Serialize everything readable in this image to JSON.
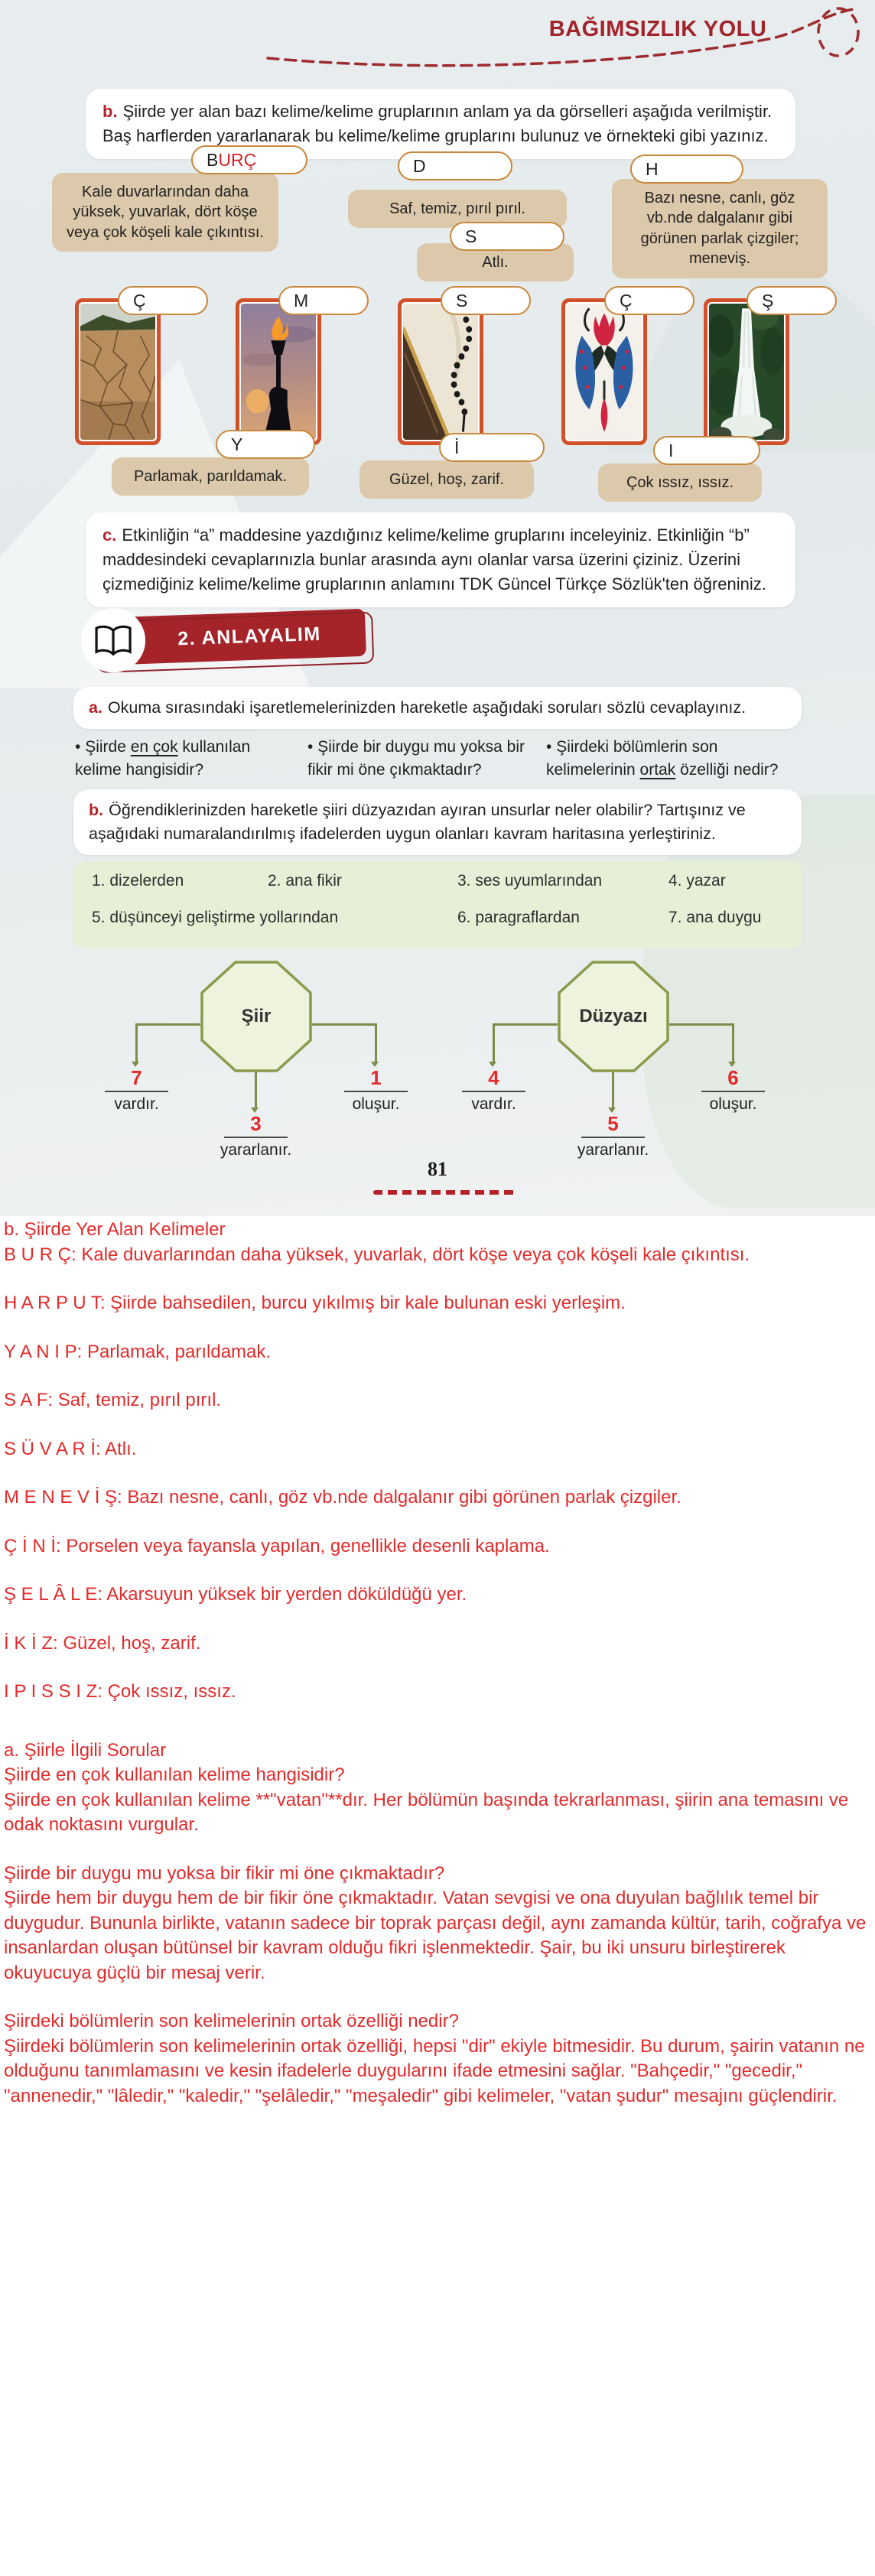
{
  "header": {
    "title": "BAĞIMSIZLIK YOLU"
  },
  "colors": {
    "header_red": "#a2242b",
    "banner_red": "#a5242a",
    "answer_red": "#e22b2b",
    "pill_border": "#c8873b",
    "photo_frame": "#d2512b",
    "definition_box": "#dcc8aa",
    "numbered_box_green": "#e7f0d6",
    "concept_line_olive": "#7d8c49"
  },
  "activity_b": {
    "marker": "b.",
    "text": "Şiirde yer alan bazı kelime/kelime gruplarının anlam ya da görselleri aşağıda verilmiştir. Baş harflerden yararlanarak bu kelime/kelime gruplarını bulunuz ve örnekteki gibi yazınız.",
    "pills": {
      "burc_given": "B",
      "burc_answer": "URÇ",
      "d": "D",
      "h": "H",
      "s": "S",
      "y": "Y",
      "i_dotted": "İ",
      "i_dotless": "I"
    },
    "definitions": {
      "burc": "Kale duvarlarından daha yüksek, yuvarlak, dört köşe veya çok köşeli kale çıkıntısı.",
      "d": "Saf, temiz, pırıl pırıl.",
      "h": "Bazı nesne, canlı, göz vb.nde dalgalanır gibi görünen parlak çizgiler; meneviş.",
      "s": "Atlı.",
      "y": "Parlamak, parıldamak.",
      "i_dotted": "Güzel, hoş, zarif.",
      "i_dotless": "Çok ıssız, ıssız."
    },
    "image_labels": [
      "Ç",
      "M",
      "S",
      "Ç",
      "Ş"
    ],
    "image_names": [
      "cracked-dry-earth",
      "hand-holding-torch",
      "prayer-beads-and-book",
      "tulip-tile-pattern",
      "waterfall"
    ]
  },
  "activity_c": {
    "marker": "c.",
    "text": "Etkinliğin “a” maddesine yazdığınız kelime/kelime gruplarını inceleyiniz. Etkinliğin “b” maddesindeki cevaplarınızla bunlar arasında aynı olanlar varsa üzerini çiziniz. Üzerini çizmediğiniz kelime/kelime gruplarının anlamını TDK Güncel Türkçe Sözlük'ten öğreniniz."
  },
  "banner": {
    "label": "2. ANLAYALIM"
  },
  "anlayalim_a": {
    "marker": "a.",
    "text": "Okuma sırasındaki işaretlemelerinizden hareketle aşağıdaki soruları sözlü cevaplayınız.",
    "bullets": [
      {
        "pre": "Şiirde ",
        "underline": "en çok",
        "post": " kullanılan kelime hangisidir?"
      },
      {
        "pre": "Şiirde bir duygu mu yoksa bir fikir mi öne çıkmaktadır?",
        "underline": "",
        "post": ""
      },
      {
        "pre": "Şiirdeki bölümlerin son kelimelerinin ",
        "underline": "ortak",
        "post": " özelliği nedir?"
      }
    ]
  },
  "anlayalim_b": {
    "marker": "b.",
    "text": "Öğrendiklerinizden hareketle şiiri düzyazıdan ayıran unsurlar neler olabilir? Tartışınız ve aşağıdaki numaralandırılmış ifadelerden uygun olanları kavram haritasına yerleştiriniz.",
    "numbered_items_row1": [
      "1. dizelerden",
      "2. ana fikir",
      "3. ses uyumlarından",
      "4. yazar"
    ],
    "numbered_items_row2": [
      "5. düşünceyi geliştirme yollarından",
      "6. paragraflardan",
      "7. ana duygu"
    ]
  },
  "concept_map": {
    "nodes": [
      {
        "title": "Şiir",
        "left_value": "7",
        "left_label": "vardır.",
        "right_value": "1",
        "right_label": "oluşur.",
        "bottom_value": "3",
        "bottom_label": "yararlanır."
      },
      {
        "title": "Düzyazı",
        "left_value": "4",
        "left_label": "vardır.",
        "right_value": "6",
        "right_label": "oluşur.",
        "bottom_value": "5",
        "bottom_label": "yararlanır."
      }
    ]
  },
  "page": {
    "number": "81"
  },
  "answers": {
    "p": [
      {
        "text": "b. Şiirde Yer Alan Kelimeler"
      },
      {
        "text": "B U R Ç: Kale duvarlarından daha yüksek, yuvarlak, dört köşe veya çok köşeli kale çıkıntısı."
      },
      {
        "text": "H A R P U T: Şiirde bahsedilen, burcu yıkılmış bir kale bulunan eski yerleşim."
      },
      {
        "text": "Y A N I P: Parlamak, parıldamak."
      },
      {
        "text": "S A F: Saf, temiz, pırıl pırıl."
      },
      {
        "text": "S Ü V A R İ: Atlı."
      },
      {
        "text": "M E N E V İ Ş: Bazı nesne, canlı, göz vb.nde dalgalanır gibi görünen parlak çizgiler."
      },
      {
        "text": "Ç İ N İ: Porselen veya fayansla yapılan, genellikle desenli kaplama."
      },
      {
        "text": "Ş E L Â L E: Akarsuyun yüksek bir yerden döküldüğü yer."
      },
      {
        "text": "İ K İ Z: Güzel, hoş, zarif."
      },
      {
        "text": "I P I S S I Z: Çok ıssız, ıssız."
      },
      {
        "text": "a. Şiirle İlgili Sorular"
      },
      {
        "text": "Şiirde en çok kullanılan kelime hangisidir?"
      },
      {
        "text": "Şiirde en çok kullanılan kelime **\"vatan\"**dır. Her bölümün başında tekrarlanması, şiirin ana temasını ve odak noktasını vurgular."
      },
      {
        "text": "Şiirde bir duygu mu yoksa bir fikir mi öne çıkmaktadır?"
      },
      {
        "text": "Şiirde hem bir duygu hem de bir fikir öne çıkmaktadır. Vatan sevgisi ve ona duyulan bağlılık temel bir duygudur. Bununla birlikte, vatanın sadece bir toprak parçası değil, aynı zamanda kültür, tarih, coğrafya ve insanlardan oluşan bütünsel bir kavram olduğu fikri işlenmektedir. Şair, bu iki unsuru birleştirerek okuyucuya güçlü bir mesaj verir."
      },
      {
        "text": "Şiirdeki bölümlerin son kelimelerinin ortak özelliği nedir?"
      },
      {
        "text": "Şiirdeki bölümlerin son kelimelerinin ortak özelliği, hepsi \"dir\" ekiyle bitmesidir. Bu durum, şairin vatanın ne olduğunu tanımlamasını ve kesin ifadelerle duygularını ifade etmesini sağlar. \"Bahçedir,\" \"gecedir,\" \"annenedir,\" \"lâledir,\" \"kaledir,\" \"şelâledir,\" \"meşaledir\" gibi kelimeler, \"vatan şudur\" mesajını güçlendirir."
      }
    ]
  }
}
